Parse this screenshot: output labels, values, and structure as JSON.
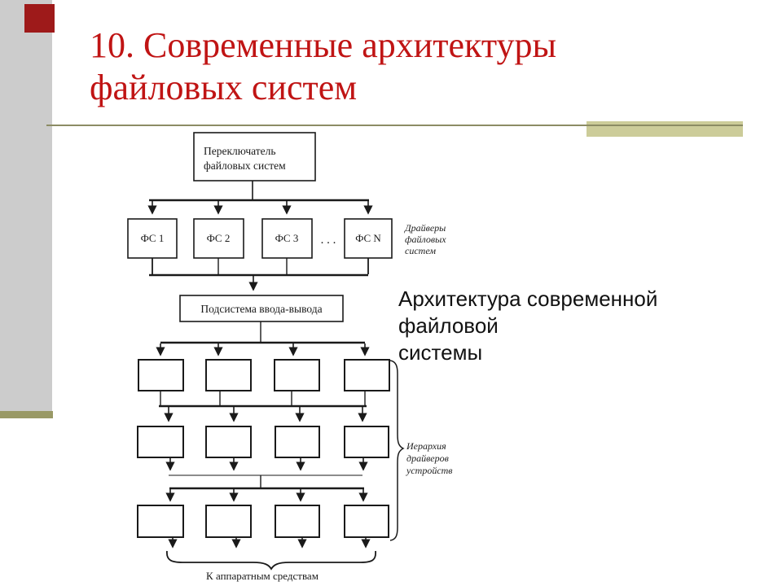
{
  "slide": {
    "title_lines": [
      "10. Современные архитектуры",
      "файловых систем"
    ],
    "colors": {
      "title_red": "#c01414",
      "corner_square_red": "#9e1a1a",
      "sidebar_gray": "#cccccc",
      "rule_olive": "#8c8c64",
      "accent_khaki": "#cccc99",
      "footer_olive": "#999966",
      "diagram_ink": "#1a1a1a"
    }
  },
  "caption": {
    "lines": [
      "Архитектура современной файловой",
      "системы"
    ]
  },
  "diagram": {
    "switch_box_lines": [
      "Переключатель",
      "файловых систем"
    ],
    "fs_boxes": [
      {
        "label": "ФС 1"
      },
      {
        "label": "ФС 2"
      },
      {
        "label": "ФС 3"
      },
      {
        "label": "ФС N"
      }
    ],
    "ellipsis": ". . .",
    "fs_drivers_label_lines": [
      "Драйверы",
      "файловых",
      "систем"
    ],
    "io_box_label": "Подсистема ввода-вывода",
    "device_hierarchy_label_lines": [
      "Иерархия",
      "драйверов",
      "устройств"
    ],
    "hardware_label": "К аппаратным средствам"
  }
}
